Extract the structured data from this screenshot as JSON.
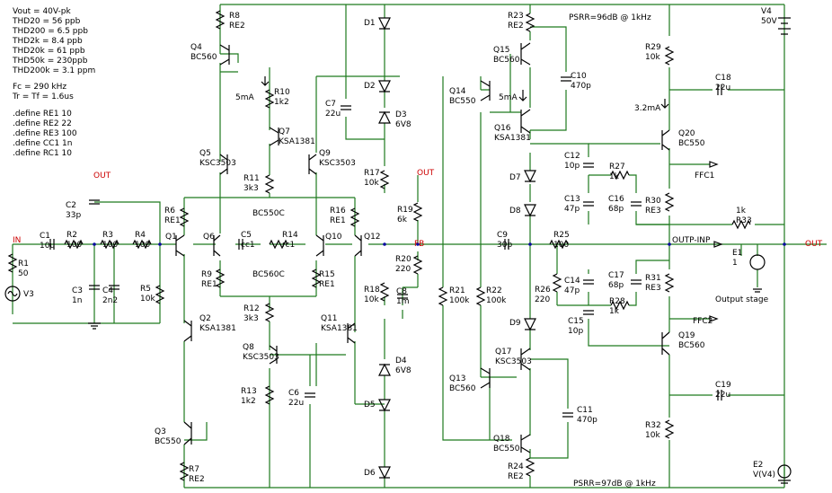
{
  "specs": [
    "Vout = 40V-pk",
    "THD20 = 56 ppb",
    "THD200 = 6.5 ppb",
    "THD2k = 8.4 ppb",
    "THD20k = 61 ppb",
    "THD50k = 230ppb",
    "THD200k = 3.1 ppm"
  ],
  "fc": "Fc = 290 kHz",
  "trtf": "Tr = Tf = 1.6us",
  "defines": [
    ".define RE1 10",
    ".define RE2 22",
    ".define RE3 100",
    ".define CC1 1n",
    ".define RC1 10"
  ],
  "psrr_top": "PSRR=96dB @ 1kHz",
  "psrr_bot": "PSRR=97dB @ 1kHz",
  "nets": {
    "in": "IN",
    "out": "OUT",
    "out2": "OUT",
    "out3": "OUT",
    "fb": "FB",
    "outp_inp": "OUTP-INP",
    "ffc1": "FFC1",
    "ffc2": "FFC2"
  },
  "labels": {
    "R1": [
      "R1",
      "50"
    ],
    "V3": [
      "V3"
    ],
    "C1": [
      "C1",
      "10u"
    ],
    "R2": [
      "R2",
      "100"
    ],
    "C2": [
      "C2",
      "33p"
    ],
    "R3": [
      "R3",
      "100"
    ],
    "C3": [
      "C3",
      "1n"
    ],
    "C4": [
      "C4",
      "2n2"
    ],
    "R4": [
      "R4",
      "100"
    ],
    "R5": [
      "R5",
      "10k"
    ],
    "Q1": [
      "Q1"
    ],
    "R6": [
      "R6",
      "RE1"
    ],
    "Q6": [
      "Q6"
    ],
    "C5": [
      "C5",
      "cc1"
    ],
    "R14": [
      "R14",
      "rc1"
    ],
    "Q10": [
      "Q10"
    ],
    "Q12": [
      "Q12"
    ],
    "R16": [
      "R16",
      "RE1"
    ],
    "R9": [
      "R9",
      "RE1"
    ],
    "R15": [
      "R15",
      "RE1"
    ],
    "BC550C": [
      "BC550C"
    ],
    "BC560C": [
      "BC560C"
    ],
    "R8": [
      "R8",
      "RE2"
    ],
    "Q4": [
      "Q4",
      "BC560"
    ],
    "R10": [
      "R10",
      "1k2"
    ],
    "I1": [
      "5mA"
    ],
    "Q7": [
      "Q7",
      "KSA1381"
    ],
    "Q5": [
      "Q5",
      "KSC3503"
    ],
    "Q9": [
      "Q9",
      "KSC3503"
    ],
    "R11": [
      "R11",
      "3k3"
    ],
    "C7": [
      "C7",
      "22u"
    ],
    "R12": [
      "R12",
      "3k3"
    ],
    "Q2": [
      "Q2",
      "KSA1381"
    ],
    "Q11": [
      "Q11",
      "KSA1381"
    ],
    "Q8": [
      "Q8",
      "KSC3503"
    ],
    "R13": [
      "R13",
      "1k2"
    ],
    "C6": [
      "C6",
      "22u"
    ],
    "Q3": [
      "Q3",
      "BC550"
    ],
    "R7": [
      "R7",
      "RE2"
    ],
    "D1": [
      "D1"
    ],
    "D2": [
      "D2"
    ],
    "D3": [
      "D3",
      "6V8"
    ],
    "R17": [
      "R17",
      "10k"
    ],
    "R19": [
      "R19",
      "6k"
    ],
    "R20": [
      "R20",
      "220"
    ],
    "C8": [
      "C8",
      "1m"
    ],
    "R18": [
      "R18",
      "10k"
    ],
    "D4": [
      "D4",
      "6V8"
    ],
    "D5": [
      "D5"
    ],
    "D6": [
      "D6"
    ],
    "R21": [
      "R21",
      "100k"
    ],
    "R22": [
      "R22",
      "100k"
    ],
    "Q14": [
      "Q14",
      "BC550"
    ],
    "Q13": [
      "Q13",
      "BC560"
    ],
    "R23": [
      "R23",
      "RE2"
    ],
    "Q15": [
      "Q15",
      "BC560"
    ],
    "C10": [
      "C10",
      "470p"
    ],
    "I2": [
      "5mA"
    ],
    "Q16": [
      "Q16",
      "KSA1381"
    ],
    "D7": [
      "D7"
    ],
    "D8": [
      "D8"
    ],
    "C9": [
      "C9",
      "30p"
    ],
    "R25": [
      "R25",
      "100"
    ],
    "R26": [
      "R26",
      "220"
    ],
    "D9": [
      "D9"
    ],
    "Q17": [
      "Q17",
      "KSC3503"
    ],
    "C11": [
      "C11",
      "470p"
    ],
    "Q18": [
      "Q18",
      "BC550"
    ],
    "R24": [
      "R24",
      "RE2"
    ],
    "C12": [
      "C12",
      "10p"
    ],
    "C13": [
      "C13",
      "47p"
    ],
    "R27": [
      "R27",
      "1k"
    ],
    "C16": [
      "C16",
      "68p"
    ],
    "C14": [
      "C14",
      "47p"
    ],
    "C15": [
      "C15",
      "10p"
    ],
    "R28": [
      "R28",
      "1k"
    ],
    "C17": [
      "C17",
      "68p"
    ],
    "V4": [
      "V4",
      "50V"
    ],
    "R29": [
      "R29",
      "10k"
    ],
    "C18": [
      "C18",
      "22u"
    ],
    "I3": [
      "3.2mA"
    ],
    "Q20": [
      "Q20",
      "BC550"
    ],
    "R30": [
      "R30",
      "RE3"
    ],
    "R33": [
      "1k",
      "R33"
    ],
    "R31": [
      "R31",
      "RE3"
    ],
    "Q19": [
      "Q19",
      "BC560"
    ],
    "C19": [
      "C19",
      "22u"
    ],
    "R32": [
      "R32",
      "10k"
    ],
    "E1": [
      "E1",
      "1"
    ],
    "output_stage": [
      "Output stage"
    ],
    "E2": [
      "E2",
      "V(V4)"
    ]
  },
  "colors": {
    "wire": "#1e7a1e",
    "component": "#000000",
    "net_label": "#cc0000",
    "fill": "#0a0aa0"
  }
}
